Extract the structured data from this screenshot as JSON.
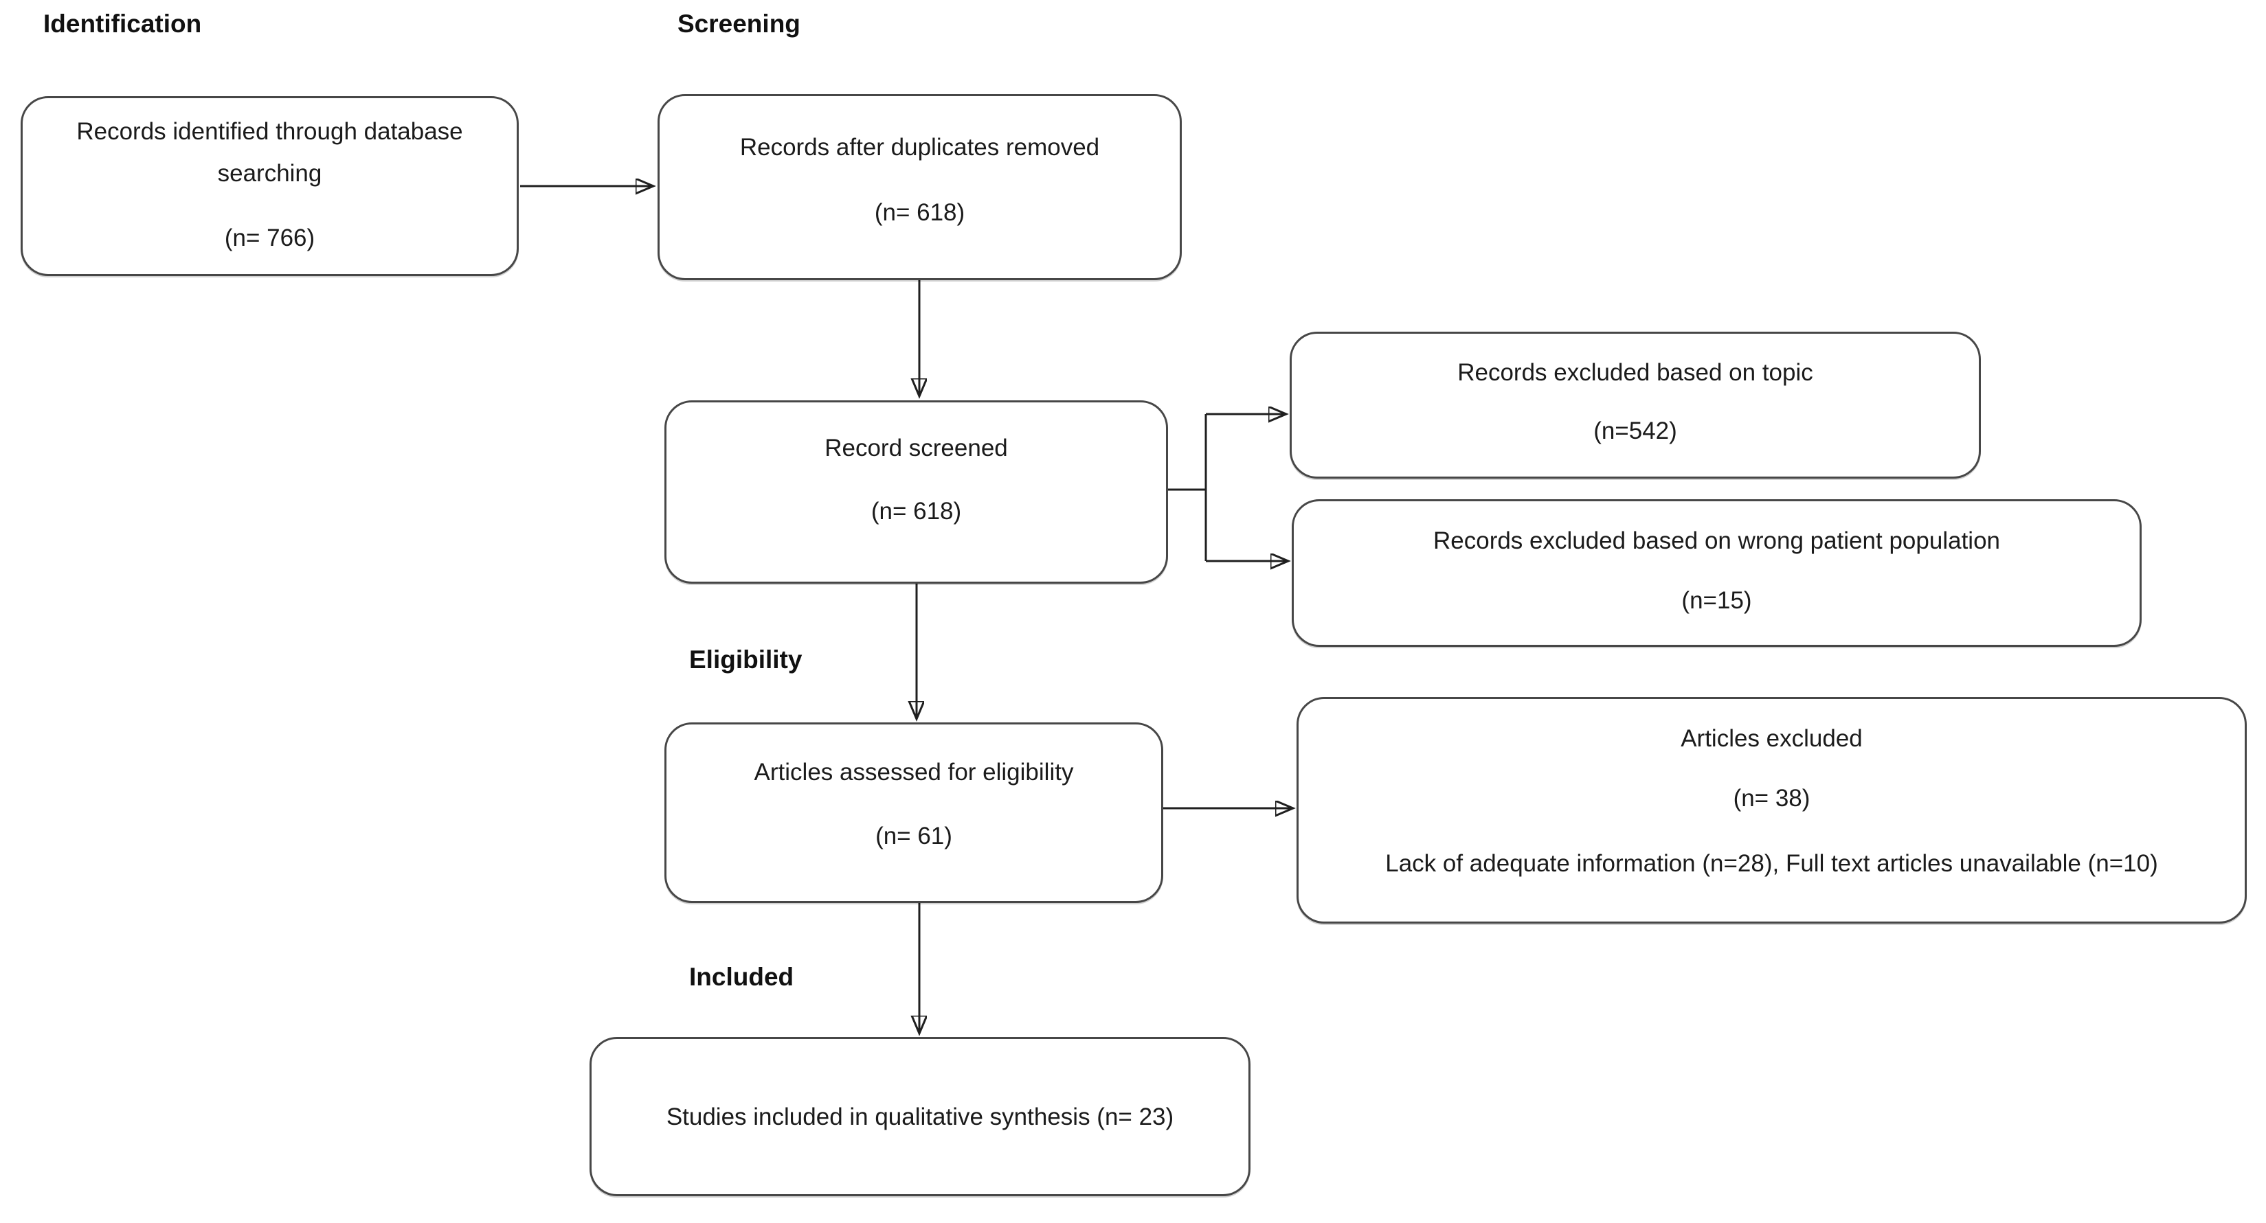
{
  "labels": {
    "identification": "Identification",
    "screening": "Screening",
    "eligibility": "Eligibility",
    "included": "Included"
  },
  "boxes": {
    "identified": {
      "title": "Records identified through database searching",
      "count": "(n= 766)"
    },
    "duplicates_removed": {
      "title": "Records after duplicates removed",
      "count": "(n= 618)"
    },
    "screened": {
      "title": "Record screened",
      "count": "(n= 618)"
    },
    "excluded_topic": {
      "title": "Records excluded based on topic",
      "count": "(n=542)"
    },
    "excluded_population": {
      "title": "Records excluded based on wrong patient population",
      "count": "(n=15)"
    },
    "assessed": {
      "title": "Articles assessed for eligibility",
      "count": "(n= 61)"
    },
    "articles_excluded": {
      "title": "Articles excluded",
      "count": "(n= 38)",
      "detail": "Lack of adequate information (n=28), Full text articles unavailable (n=10)"
    },
    "included_synthesis": {
      "title": "Studies included in qualitative synthesis (n= 23)"
    }
  },
  "colors": {
    "background": "#ffffff",
    "box_border": "#474747",
    "text": "#1b1b1b",
    "connector": "#1f1f1f"
  }
}
